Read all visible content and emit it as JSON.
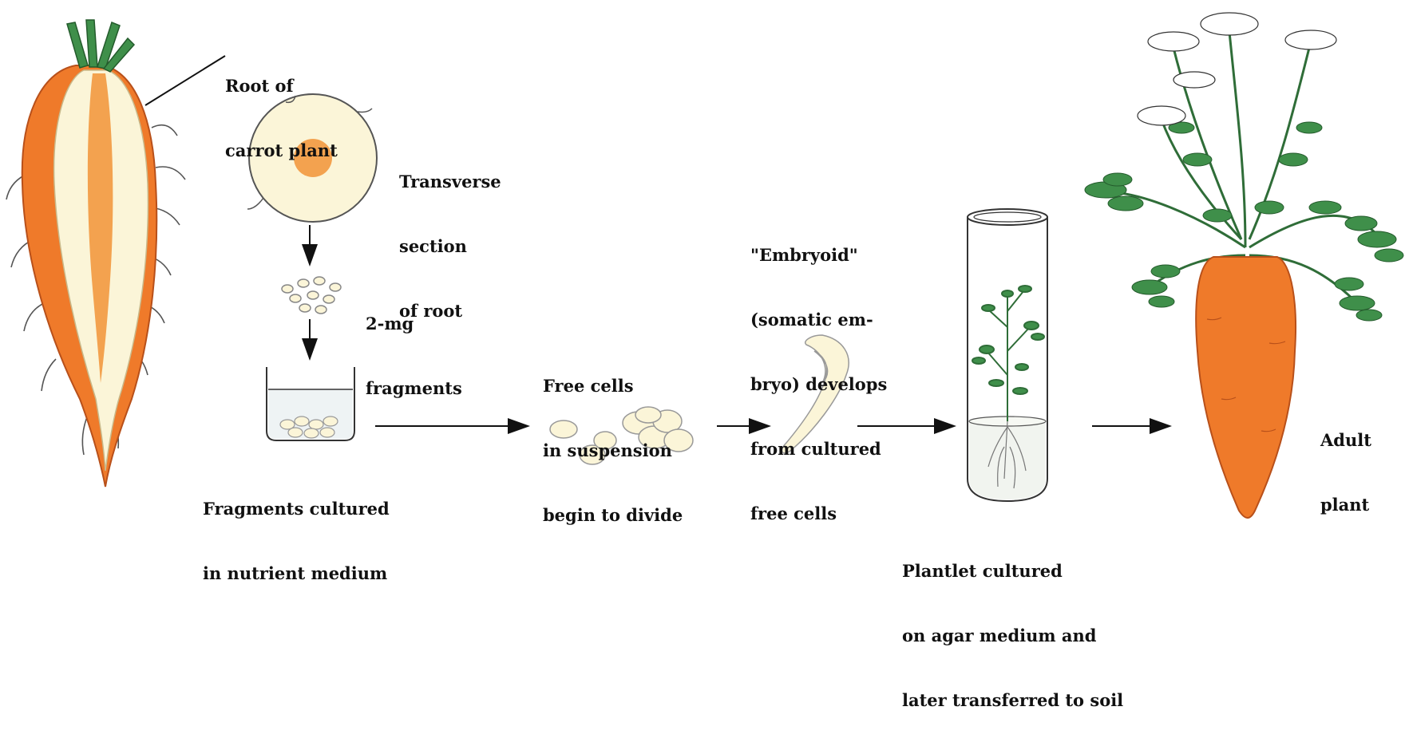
{
  "diagram": {
    "colors": {
      "carrot_orange": "#ef7a2a",
      "carrot_core": "#f3a24f",
      "root_flesh": "#fbf5d8",
      "leaf_green": "#3f8f4a",
      "line_dark": "#111111"
    },
    "labels": {
      "root_of_carrot": [
        "Root of",
        "carrot plant"
      ],
      "transverse_section": [
        "Transverse",
        "section",
        "of root"
      ],
      "fragments": [
        "2-mg",
        "fragments"
      ],
      "fragments_cultured": [
        "Fragments cultured",
        "in nutrient medium"
      ],
      "free_cells": [
        "Free cells",
        "in suspension",
        "begin to divide"
      ],
      "embryoid": [
        "\"Embryoid\"",
        "(somatic em-",
        "bryo) develops",
        "from cultured",
        "free cells"
      ],
      "plantlet": [
        "Plantlet cultured",
        "on agar medium and",
        "later transferred to soil"
      ],
      "adult_plant": [
        "Adult",
        "plant"
      ]
    }
  }
}
